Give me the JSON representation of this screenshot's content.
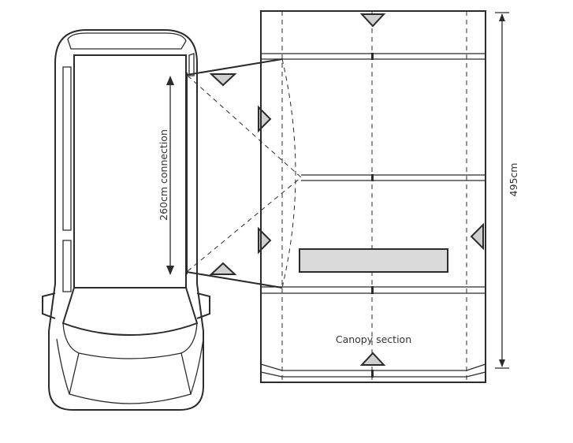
{
  "labels": {
    "connection": "260cm connection",
    "length": "495cm",
    "canopy": "Canopy section"
  },
  "colors": {
    "line": "#2b2b2b",
    "fill_grey": "#cfcfcf",
    "background": "#ffffff"
  }
}
